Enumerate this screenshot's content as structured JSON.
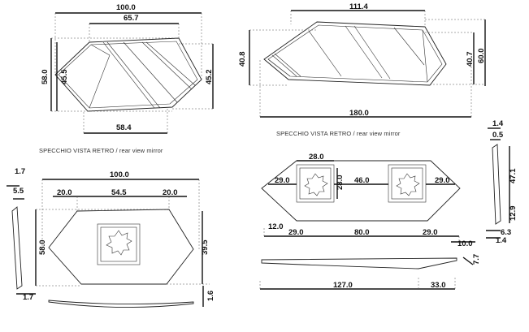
{
  "captions": {
    "front_view": "SPECCHIO VISTA RETRO / rear view mirror"
  },
  "dims": {
    "v1_width": "100.0",
    "v1_inner": "65.7",
    "v1_height": "58.0",
    "v1_left": "45.5",
    "v1_right": "45.2",
    "v1_bottom": "58.4",
    "v2_top": "111.4",
    "v2_left": "40.8",
    "v2_r1": "40.7",
    "v2_r2": "60.0",
    "v2_bottom": "180.0",
    "v3_s1": "1.7",
    "v3_s2": "5.5",
    "v3_s3": "1.7",
    "v3_width": "100.0",
    "v3_a": "20.0",
    "v3_b": "54.5",
    "v3_c": "20.0",
    "v3_height": "58.0",
    "v3_right": "39.5",
    "v3_thick": "1.6",
    "v4_box_top": "28.0",
    "v4_left": "29.0",
    "v4_mid": "46.0",
    "v4_right": "29.0",
    "v4_box_h": "28.0",
    "v4_a": "12.0",
    "v4_b": "29.0",
    "v4_c": "80.0",
    "v4_d": "29.0",
    "v4_e": "10.0",
    "v4_f": "7.7",
    "v4_g": "127.0",
    "v4_h": "33.0",
    "v5_a": "1.4",
    "v5_b": "0.5",
    "v5_c": "47.1",
    "v5_d": "12.9",
    "v5_e": "6.3",
    "v5_f": "1.4"
  }
}
